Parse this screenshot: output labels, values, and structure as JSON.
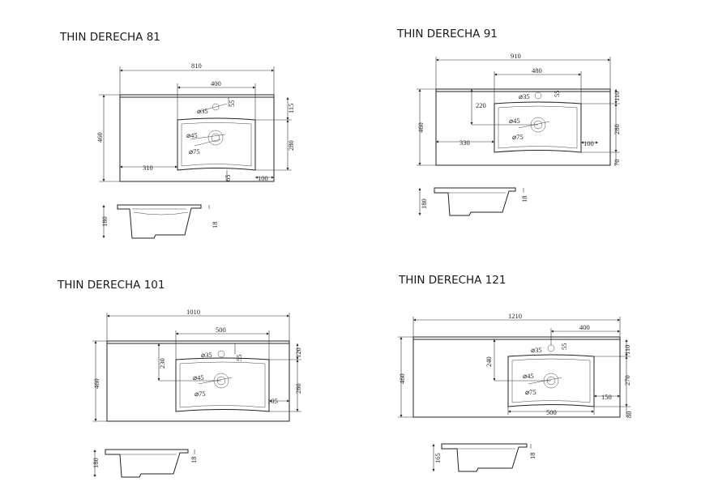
{
  "drawings": [
    {
      "title": "THIN DERECHA 81",
      "dims": {
        "width": "810",
        "bowl_width": "400",
        "height": "460",
        "left_offset": "310",
        "tap_offset": "55",
        "top_edge": "115",
        "bowl_depth": "280",
        "right_offset": "100",
        "bottom_edge": "65",
        "tap_hole": "⌀35",
        "drain": "⌀45",
        "drain_outer": "⌀75",
        "side_height": "180",
        "side_thickness": "18"
      }
    },
    {
      "title": "THIN DERECHA 91",
      "dims": {
        "width": "910",
        "bowl_width": "480",
        "height": "460",
        "left_offset": "330",
        "tap_offset": "55",
        "top_edge": "110",
        "bowl_depth": "280",
        "right_offset": "100",
        "bottom_edge": "70",
        "tap_to_drain": "220",
        "tap_hole": "⌀35",
        "drain": "⌀45",
        "drain_outer": "⌀75",
        "side_height": "180",
        "side_thickness": "18"
      }
    },
    {
      "title": "THIN DERECHA 101",
      "dims": {
        "width": "1010",
        "bowl_width": "500",
        "height": "460",
        "tap_offset": "55",
        "top_edge": "120",
        "bowl_depth": "280",
        "right_offset": "105",
        "tap_to_drain": "230",
        "tap_hole": "⌀35",
        "drain": "⌀45",
        "drain_outer": "⌀75",
        "side_height": "180",
        "side_thickness": "18"
      }
    },
    {
      "title": "THIN DERECHA 121",
      "dims": {
        "width": "1210",
        "bowl_offset": "400",
        "height": "460",
        "tap_offset": "55",
        "top_edge": "110",
        "bowl_depth": "270",
        "right_offset": "150",
        "bottom_edge": "80",
        "bowl_width": "500",
        "tap_to_drain": "240",
        "tap_hole": "⌀35",
        "drain": "⌀45",
        "drain_outer": "⌀75",
        "side_height": "165",
        "side_thickness": "18"
      }
    }
  ]
}
